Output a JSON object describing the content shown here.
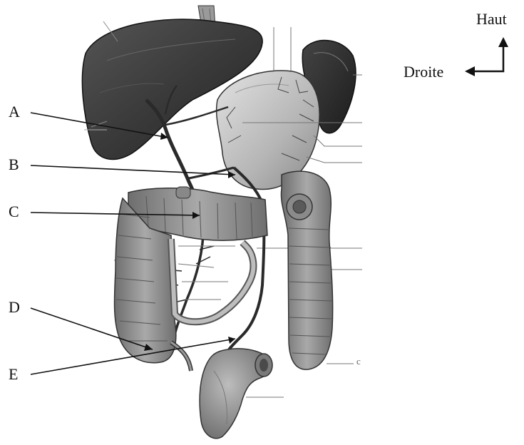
{
  "compass": {
    "up": "Haut",
    "right_side": "Droite"
  },
  "labels": [
    "A",
    "B",
    "C",
    "D",
    "E"
  ],
  "edge_mark": "c",
  "colors": {
    "ink": "#111111",
    "organ_dark": "#3a3a3a",
    "organ_mid": "#8c8c8c",
    "organ_light": "#bdbdbd"
  }
}
